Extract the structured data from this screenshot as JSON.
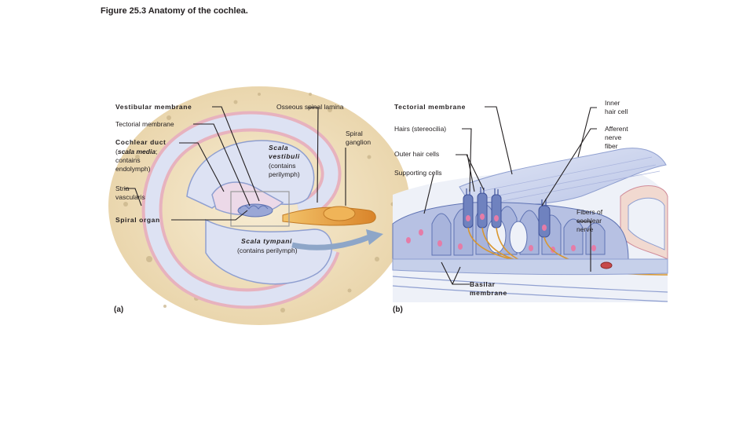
{
  "figure": {
    "title": "Figure 25.3  Anatomy of the cochlea."
  },
  "panel_a": {
    "letter": "(a)",
    "labels": {
      "vestibular_membrane": "Vestibular membrane",
      "osseous_spinal_lamina": "Osseous spinal lamina",
      "tectorial_membrane": "Tectorial membrane",
      "cochlear_duct_1": "Cochlear duct",
      "cochlear_duct_2a": "(",
      "cochlear_duct_2b": "scala media",
      "cochlear_duct_2c": ";",
      "cochlear_duct_3": "contains",
      "cochlear_duct_4": "endolymph)",
      "spiral_ganglion_1": "Spiral",
      "spiral_ganglion_2": "ganglion",
      "scala_vestibuli_1": "Scala",
      "scala_vestibuli_2": "vestibuli",
      "scala_vestibuli_3": "(contains",
      "scala_vestibuli_4": "perilymph)",
      "stria_vascularis_1": "Stria",
      "stria_vascularis_2": "vascularis",
      "spiral_organ": "Spiral organ",
      "scala_tympani_1": "Scala tympani",
      "scala_tympani_2": "(contains perilymph)"
    }
  },
  "panel_b": {
    "letter": "(b)",
    "labels": {
      "tectorial_membrane": "Tectorial membrane",
      "inner_hair_cell_1": "Inner",
      "inner_hair_cell_2": "hair cell",
      "hairs": "Hairs (stereocilia)",
      "afferent_1": "Afferent",
      "afferent_2": "nerve",
      "afferent_3": "fiber",
      "outer_hair_cells": "Outer hair cells",
      "supporting_cells": "Supporting cells",
      "fibers_1": "Fibers of",
      "fibers_2": "cochlear",
      "fibers_3": "nerve",
      "basilar_1": "Basilar",
      "basilar_2": "membrane"
    }
  },
  "colors": {
    "bone": "#f2e3c2",
    "bone_pore": "#c9b48a",
    "scala": "#dde2f3",
    "membrane": "#8f9fd0",
    "vascular": "#e8a8b5",
    "nerve": "#e8a33c",
    "cell": "#a8b4dc",
    "cell_dark": "#5f73b3",
    "nucleus": "#e57ca7"
  }
}
